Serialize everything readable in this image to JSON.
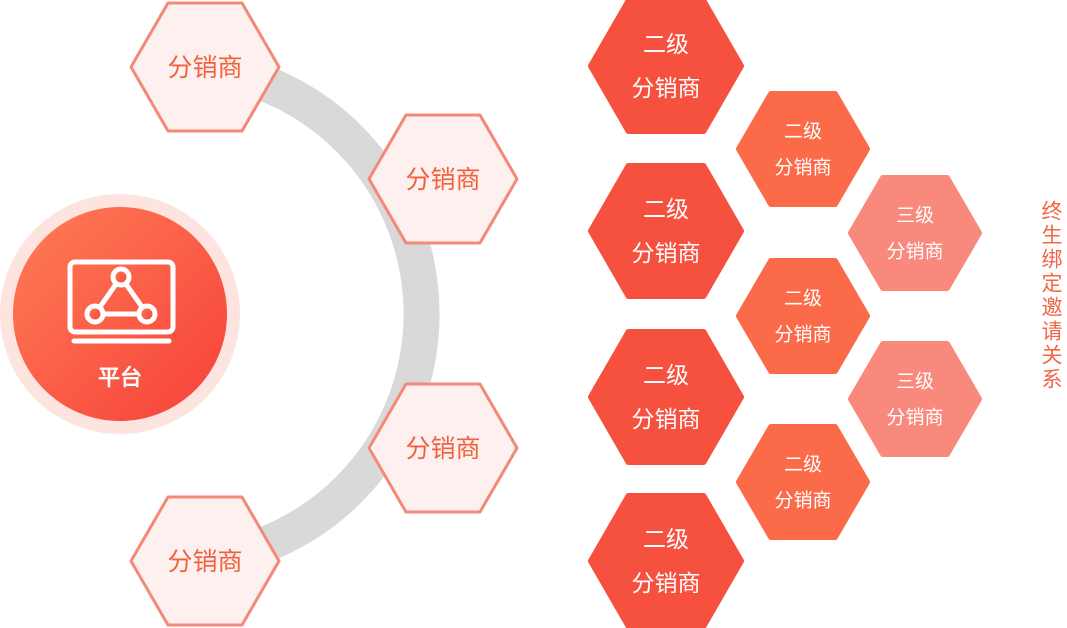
{
  "platform": {
    "label": "平台"
  },
  "distributor_label": "分销商",
  "level2": {
    "line1": "二级",
    "line2": "分销商"
  },
  "level3": {
    "line1": "三级",
    "line2": "分销商"
  },
  "side_label": "终生绑定邀请关系",
  "colors": {
    "arc": "#d9d9d9",
    "distributor_fill": "#fdf0ee",
    "distributor_stroke": "#f28a78",
    "distributor_text": "#f0613e",
    "level2_big": "#f6503f",
    "level2_small": "#fb6b4a",
    "level3": "#f9897c",
    "platform_glow": "#fde3de",
    "platform_start": "#ff7a52",
    "platform_end": "#f7453a"
  }
}
